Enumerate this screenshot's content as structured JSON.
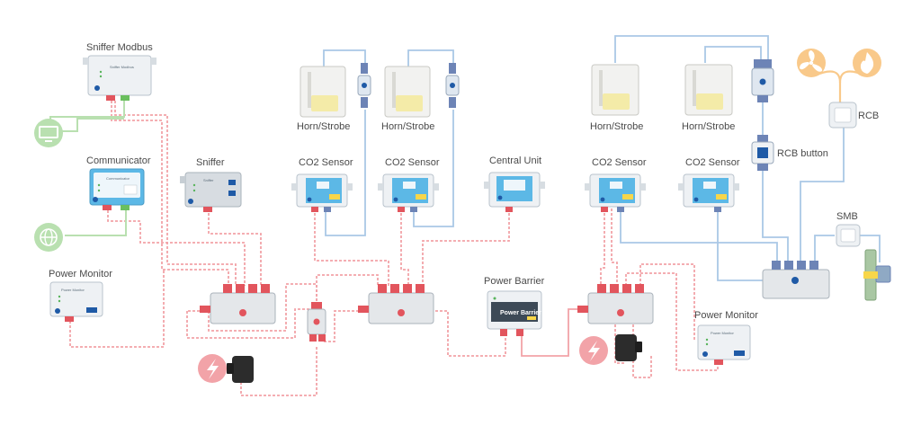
{
  "labels": {
    "sniffer_modbus": "Sniffer Modbus",
    "communicator": "Communicator",
    "power_monitor_left": "Power Monitor",
    "sniffer": "Sniffer",
    "co2_sensor_1": "CO2 Sensor",
    "co2_sensor_2": "CO2 Sensor",
    "central_unit": "Central Unit",
    "co2_sensor_3": "CO2 Sensor",
    "co2_sensor_4": "CO2 Sensor",
    "horn_strobe_1": "Horn/Strobe",
    "horn_strobe_2": "Horn/Strobe",
    "horn_strobe_3": "Horn/Strobe",
    "horn_strobe_4": "Horn/Strobe",
    "rcb_button": "RCB button",
    "rcb": "RCB",
    "smb": "SMB",
    "power_barrier": "Power Barrier",
    "power_monitor_right": "Power Monitor"
  },
  "device_text": {
    "power_barrier_plate": "Power Barrier"
  },
  "icons": {
    "computer": "computer-icon",
    "globe": "globe-icon",
    "power": "lightning-icon",
    "fan": "fan-icon",
    "flame": "flame-icon"
  },
  "colors": {
    "power_wire": "#f2a3a8",
    "signal_wire": "#aac8e6",
    "network": "#b9e0b0",
    "rcb_outputs": "#f9c98a",
    "device_blue": "#5cb8e6"
  }
}
